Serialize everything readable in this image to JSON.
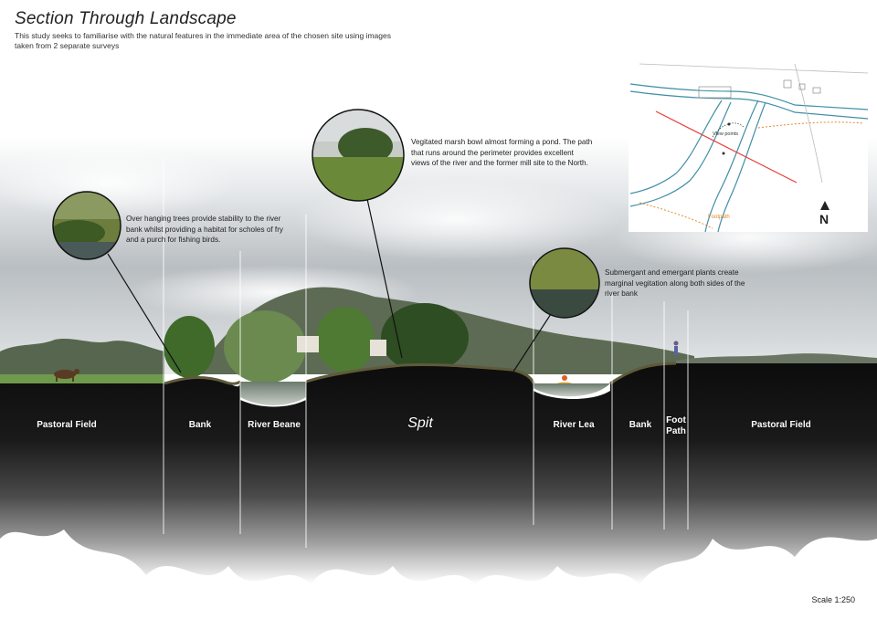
{
  "header": {
    "title": "Section Through  Landscape",
    "subtitle": "This study seeks to familiarise with the natural features in the immediate area of the chosen site using images taken from 2 separate surveys"
  },
  "annotations": {
    "overhanging_trees": "Over hanging trees provide stability to the river bank whilst providing a habitat for scholes of fry and a purch for fishing birds.",
    "marsh_bowl": "Vegitated marsh bowl almost forming a pond. The path that runs around the perimeter provides excellent views of the river and the former mill site to the North.",
    "plants": "Submergant and emergant plants create marginal vegitation along both sides of the river bank"
  },
  "zones": [
    {
      "id": "pastoral-field-left",
      "label": "Pastoral Field"
    },
    {
      "id": "bank-left",
      "label": "Bank"
    },
    {
      "id": "river-beane",
      "label": "River Beane"
    },
    {
      "id": "spit",
      "label": "Spit"
    },
    {
      "id": "river-lea",
      "label": "River Lea"
    },
    {
      "id": "bank-right",
      "label": "Bank"
    },
    {
      "id": "foot-path",
      "label": "Foot Path"
    },
    {
      "id": "pastoral-field-right",
      "label": "Pastoral Field"
    }
  ],
  "map": {
    "view_points_label": "View points",
    "footpath_label": "Footpath",
    "north_label": "N"
  },
  "scale": "Scale 1:250",
  "colors": {
    "soil": "#111111",
    "section_line": "#e8403a",
    "river": "#3f8fa6",
    "footpath": "#e08a2a",
    "sky": "#e9ecee"
  }
}
